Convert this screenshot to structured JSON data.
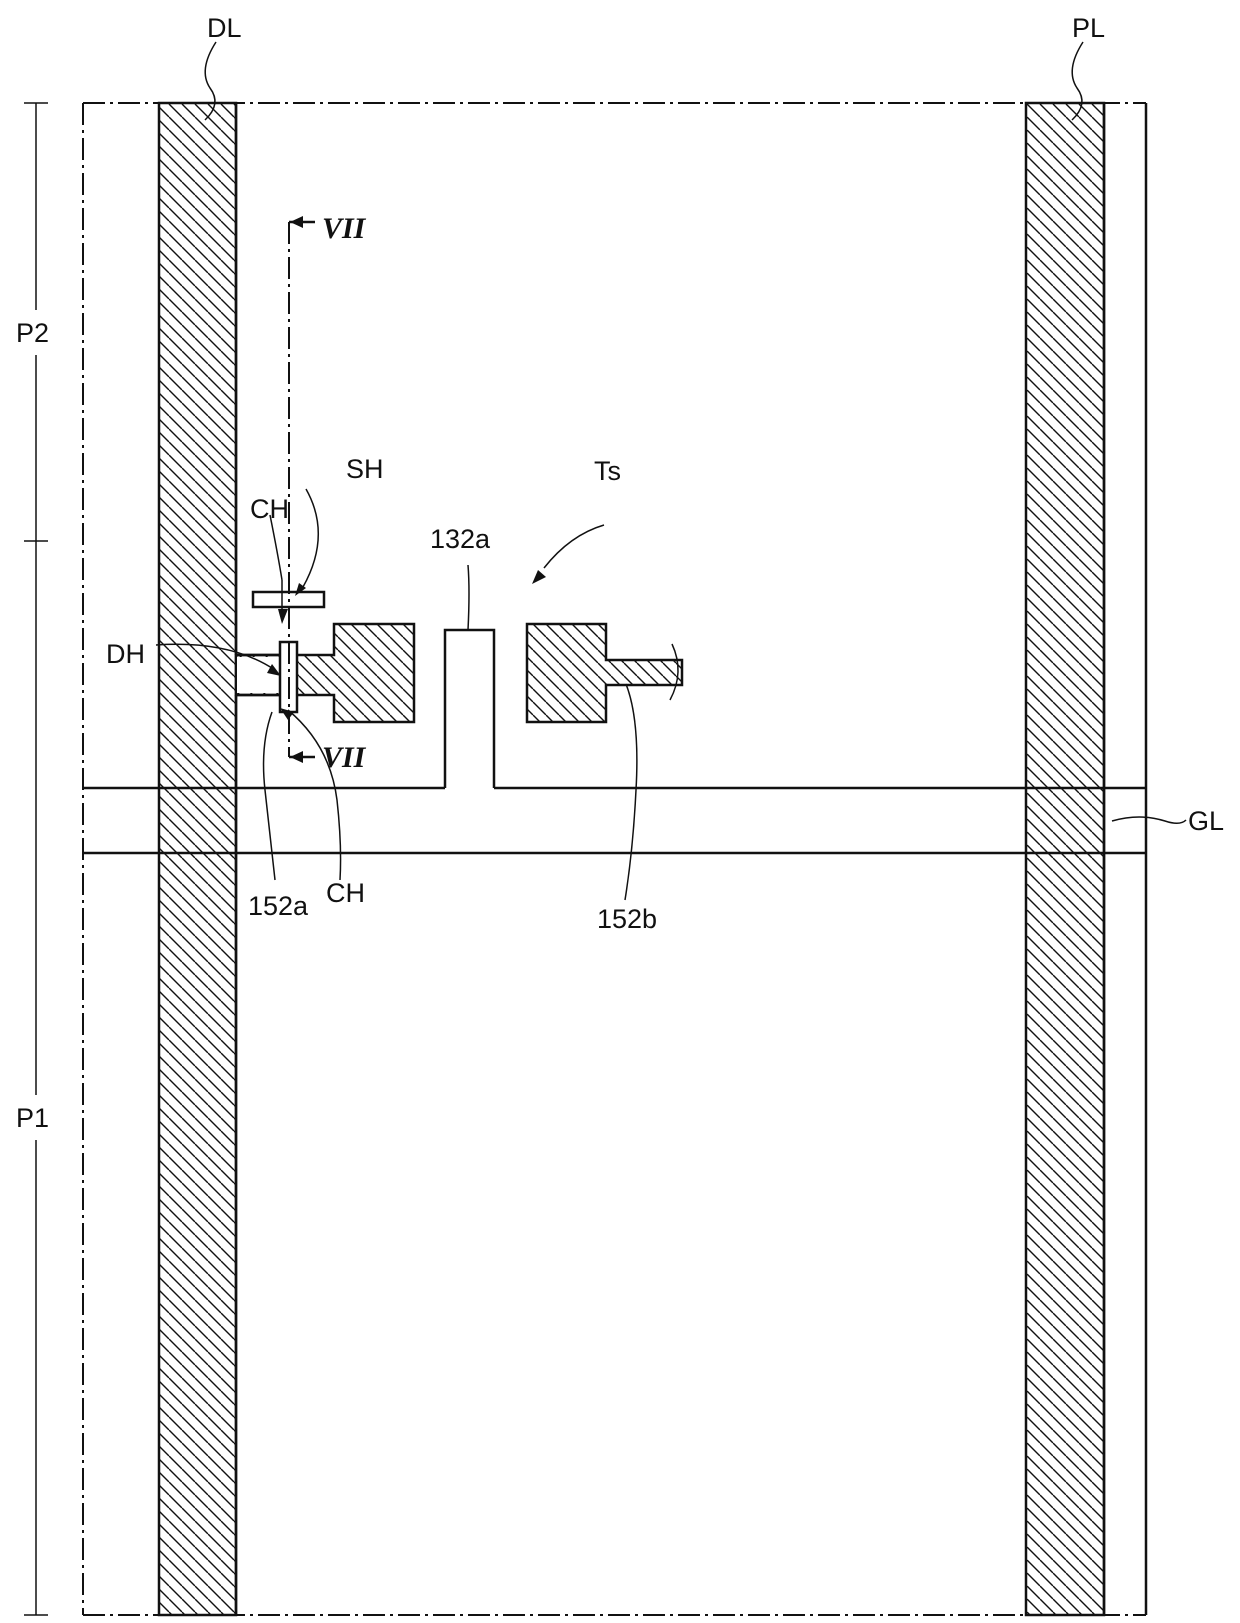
{
  "labels": {
    "data_line": "DL",
    "power_line": "PL",
    "gate_line": "GL",
    "pixel_2": "P2",
    "pixel_1": "P1",
    "shield_hole": "SH",
    "contact_hole_top": "CH",
    "contact_hole_bottom": "CH",
    "drain_hole": "DH",
    "transistor": "Ts",
    "gate_electrode": "132a",
    "source_electrode": "152a",
    "drain_electrode": "152b",
    "section_top": "VII",
    "section_bottom": "VII"
  }
}
